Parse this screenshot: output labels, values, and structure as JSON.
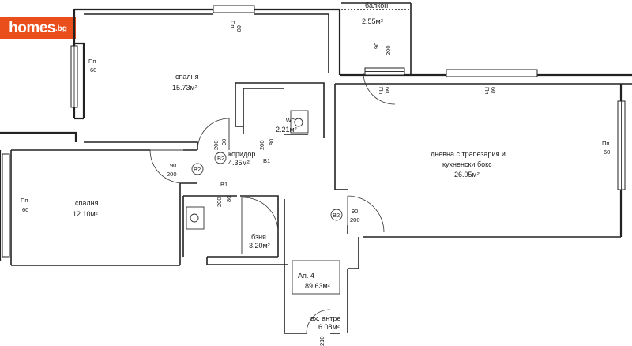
{
  "brand": {
    "logo_main": "homes",
    "logo_suffix": ".bg",
    "accent": "#e94e1b"
  },
  "rooms": {
    "balcony": {
      "name": "балкон",
      "area": "2.55м²"
    },
    "bedroom1": {
      "name": "спалня",
      "area": "15.73м²"
    },
    "wc": {
      "name": "wc",
      "area": "2.21м²"
    },
    "corridor": {
      "name": "коридор",
      "area": "4.35м²"
    },
    "living": {
      "name_line1": "дневна с трапезария и",
      "name_line2": "кухненски бокс",
      "area": "26.05м²"
    },
    "bedroom2": {
      "name": "спалня",
      "area": "12.10м²"
    },
    "bath": {
      "name": "бзня",
      "area": "3.20м²"
    },
    "entrance": {
      "name": "вх. антре",
      "area": "6.08м²"
    }
  },
  "apartment": {
    "label": "Ап. 4",
    "area": "89.63м²"
  },
  "windows": {
    "top_bedroom": {
      "type": "Пп",
      "size": "60"
    },
    "left_bedroom1": {
      "type": "Пп",
      "size": "60"
    },
    "balcony_door": {
      "w": "90",
      "h": "200"
    },
    "living_top_left": {
      "type": "Пп",
      "size": "60"
    },
    "living_top_right": {
      "type": "Пп",
      "size": "60"
    },
    "living_right": {
      "type": "Пп",
      "size": "60"
    },
    "left_bedroom2": {
      "type": "Пп",
      "size": "60"
    }
  },
  "doors": {
    "bedroom1_door": {
      "w": "90",
      "h": "200"
    },
    "bedroom2_door": {
      "w": "90",
      "h": "200"
    },
    "corridor_b2": "B2",
    "corridor_b1": "B1",
    "wc_door": {
      "w": "80",
      "h": "200"
    },
    "b1_door": {
      "code": "B1",
      "w": "80",
      "h": "200"
    },
    "living_door": {
      "code": "B2",
      "w": "90",
      "h": "200"
    },
    "bedroom2_code": "B2",
    "entrance_door": {
      "w": "210"
    }
  }
}
